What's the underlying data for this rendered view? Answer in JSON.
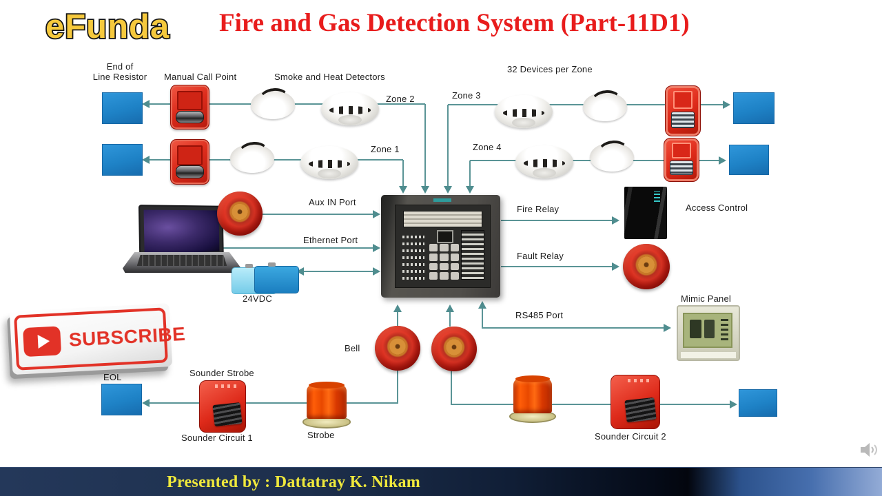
{
  "header": {
    "logo": "eFunda",
    "title": "Fire and Gas Detection System (Part-11D1)"
  },
  "diagram": {
    "end_of_line_1": "End of",
    "end_of_line_2": "Line Resistor",
    "manual_call_point": "Manual Call Point",
    "smoke_heat_detectors": "Smoke and Heat Detectors",
    "zone_1": "Zone 1",
    "zone_2": "Zone 2",
    "zone_3": "Zone 3",
    "zone_4": "Zone 4",
    "devices_per_zone": "32 Devices per Zone",
    "aux_in_port": "Aux IN Port",
    "ethernet_port": "Ethernet Port",
    "battery": "24VDC",
    "fire_relay": "Fire Relay",
    "fault_relay": "Fault Relay",
    "access_control": "Access Control",
    "mimic_panel": "Mimic Panel",
    "rs485_port": "RS485 Port",
    "bell": "Bell",
    "eol": "EOL",
    "sounder_strobe": "Sounder Strobe",
    "strobe": "Strobe",
    "sounder_circuit_1": "Sounder Circuit 1",
    "sounder_circuit_2": "Sounder Circuit 2"
  },
  "subscribe": {
    "label": "SUBSCRIBE"
  },
  "footer": {
    "credit": "Presented by : Dattatray K. Nikam"
  },
  "colors": {
    "title_red": "#e81c1c",
    "logo_yellow": "#f6c93d",
    "logo_outline": "#151515",
    "connector_line": "#5a9496",
    "blue_box": "#1f82c6",
    "device_red": "#d9291c",
    "subscribe_red": "#e23227",
    "footer_text_yellow": "#f0e93c"
  }
}
